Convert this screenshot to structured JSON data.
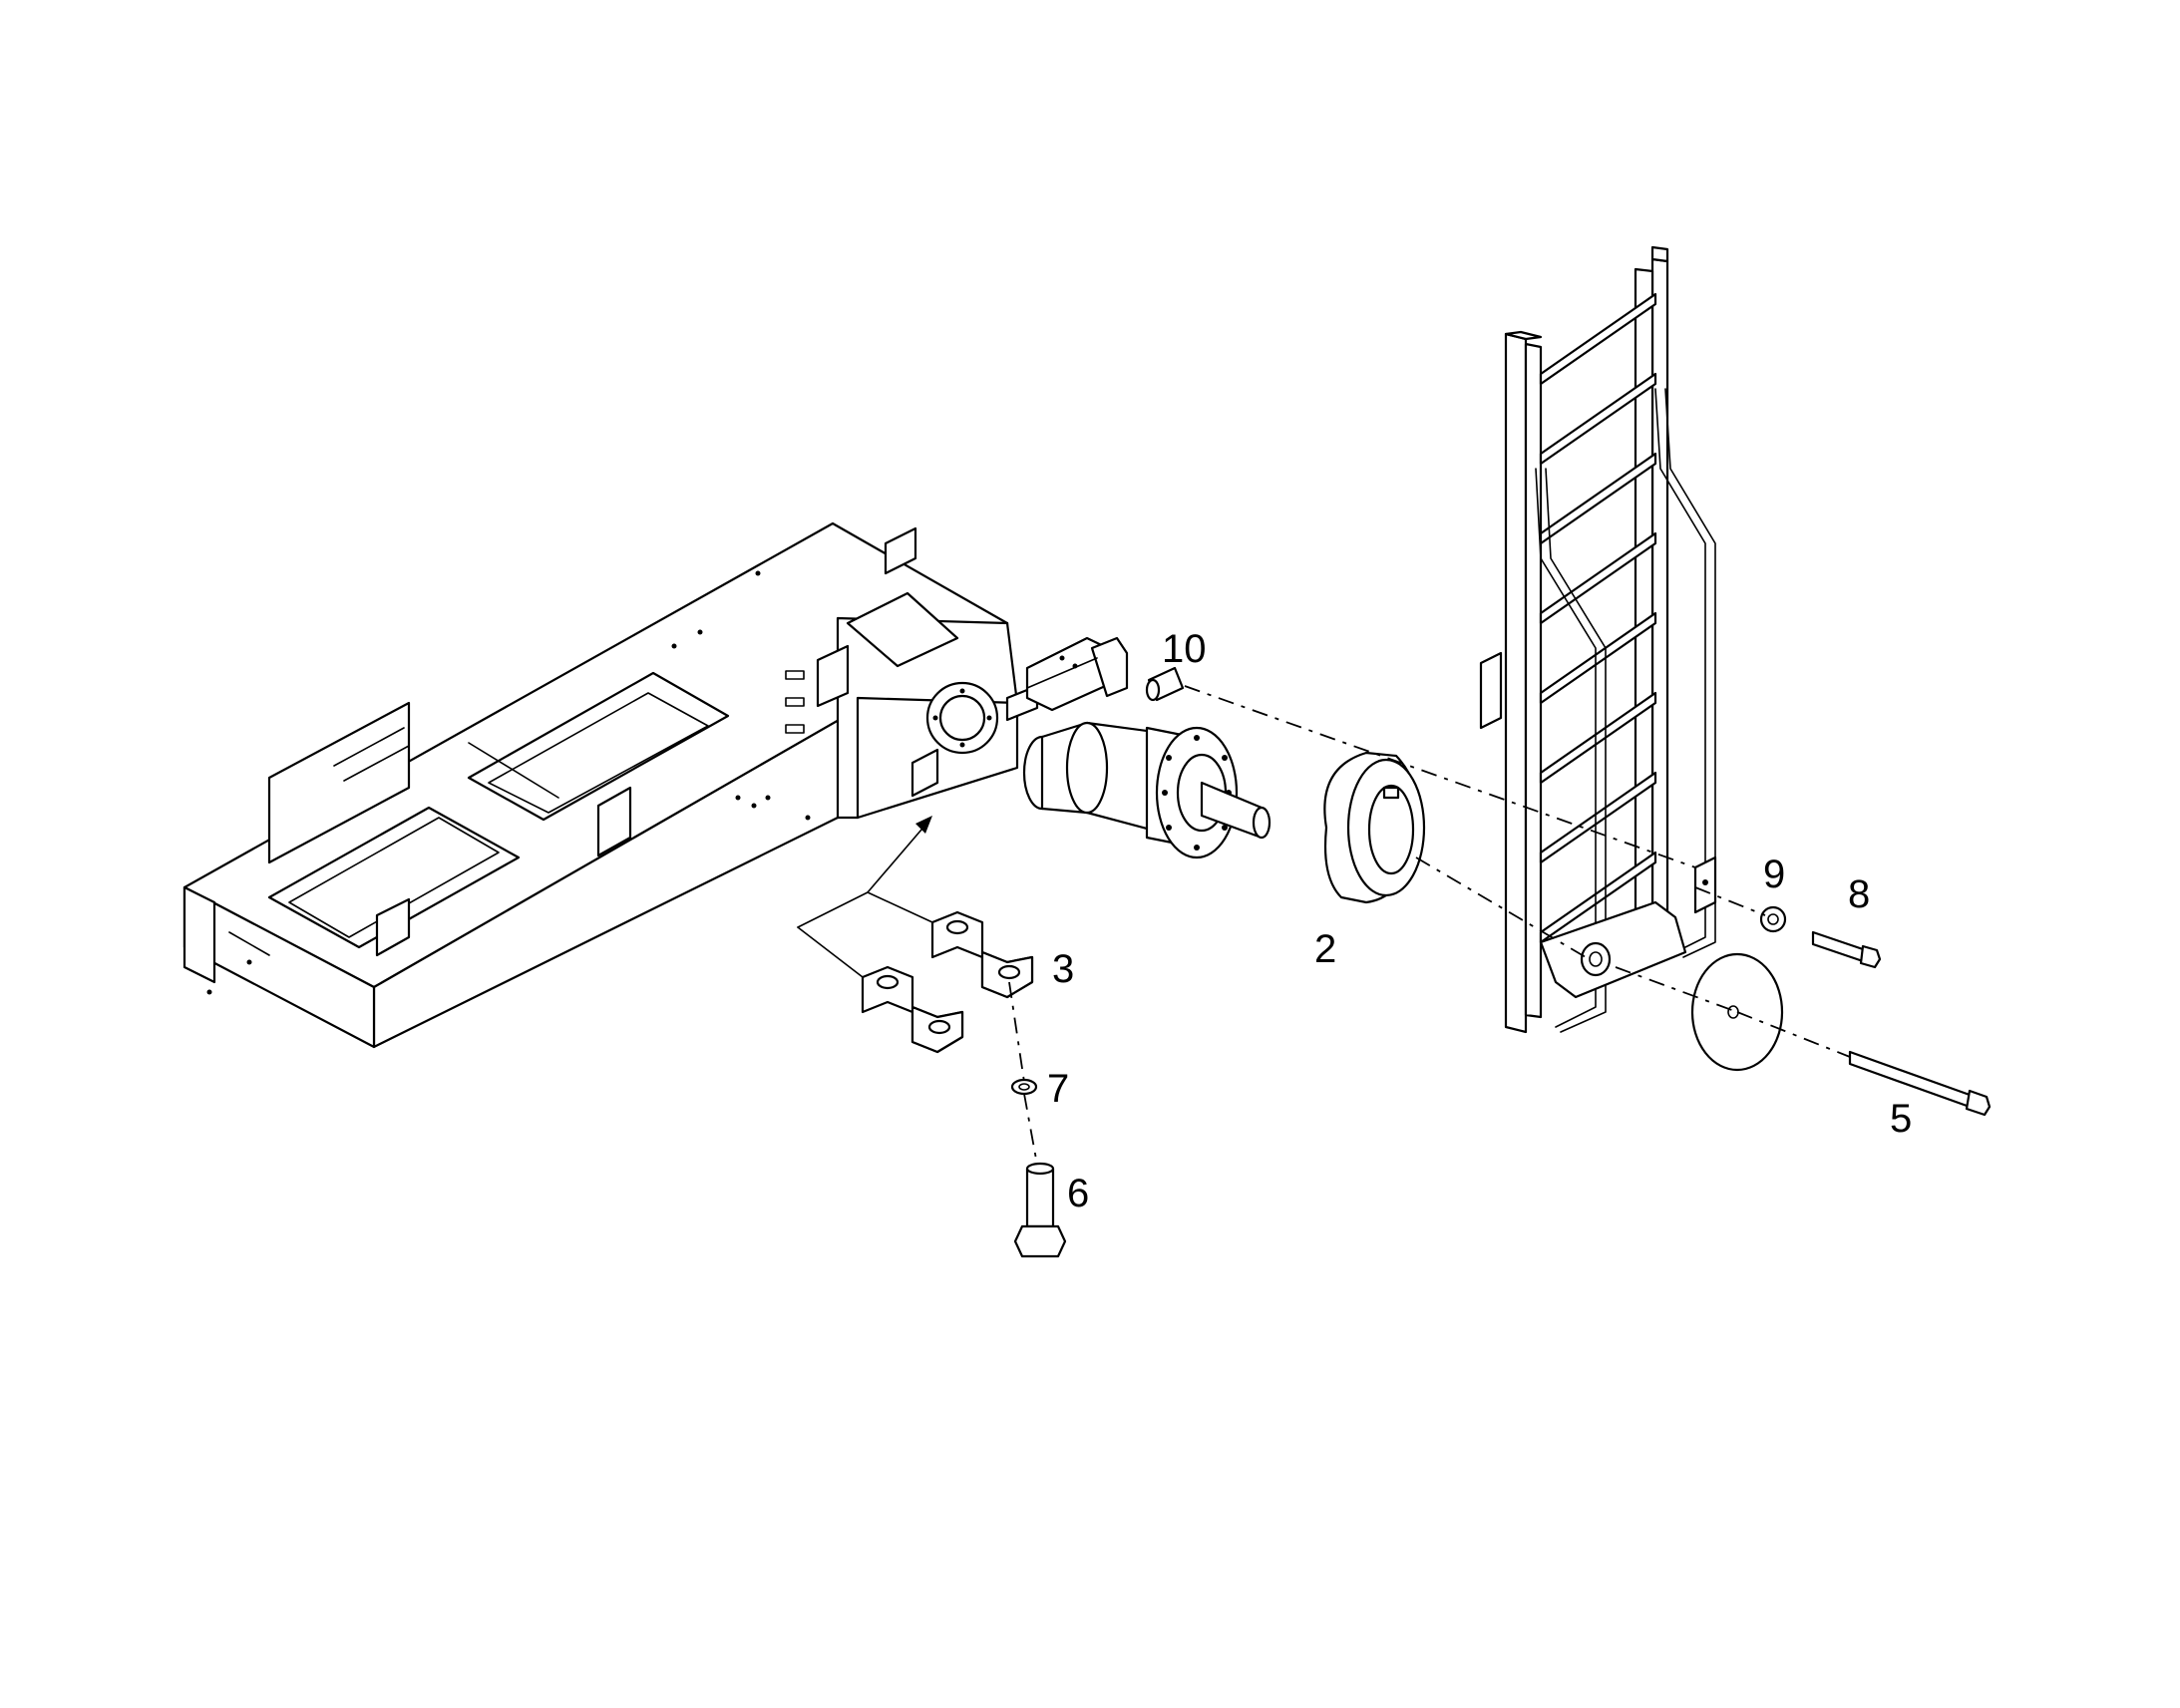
{
  "diagram": {
    "type": "exploded parts view",
    "colors": {
      "line": "#000000",
      "background": "#ffffff"
    },
    "callouts": [
      {
        "id": "item-10",
        "label": "10"
      },
      {
        "id": "item-2",
        "label": "2"
      },
      {
        "id": "item-3",
        "label": "3"
      },
      {
        "id": "item-7",
        "label": "7"
      },
      {
        "id": "item-6",
        "label": "6"
      },
      {
        "id": "item-9",
        "label": "9"
      },
      {
        "id": "item-8",
        "label": "8"
      },
      {
        "id": "item-5",
        "label": "5"
      }
    ]
  }
}
